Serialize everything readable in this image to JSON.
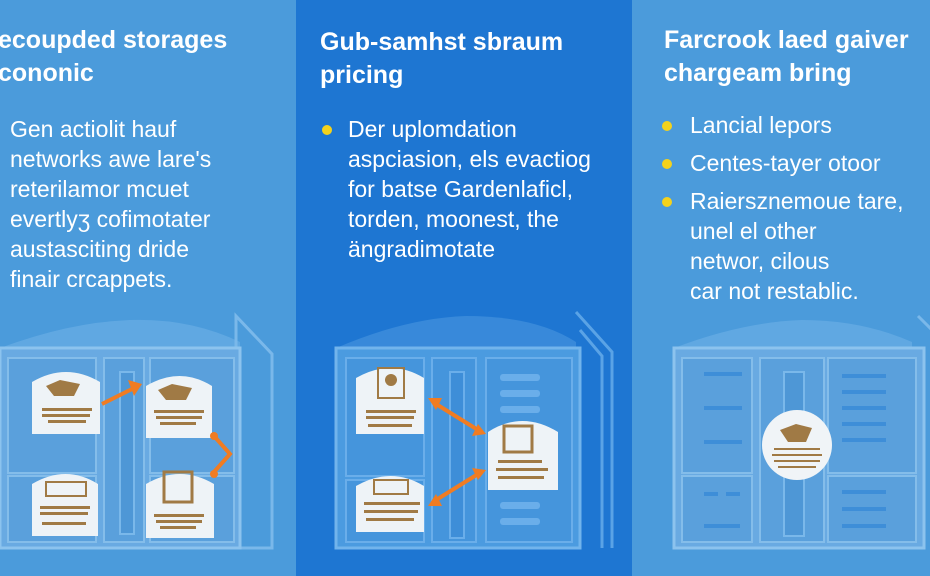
{
  "colors": {
    "side_panel_bg": "#4b9bdb",
    "center_panel_bg": "#1e76d2",
    "bullet": "#f4d21c",
    "arrow": "#f07c22",
    "card_ink": "#9a7540"
  },
  "panels": [
    {
      "title_lines": [
        "ecoupded storages",
        "cononic"
      ],
      "body_lines": [
        "Gen actiolit hauf",
        "networks awe lare's",
        "reterilamor mcuet",
        "evertlyʒ cofimotater",
        "austasciting dride",
        "finair crcappets."
      ],
      "illustration": {
        "icon": "storage-cabinet-icon",
        "cards": 4,
        "arrows": 2
      }
    },
    {
      "title_lines": [
        "Gub-samhst sbraum",
        "pricing"
      ],
      "bullets": [
        {
          "lines": [
            "Der uplomdation",
            "aspciasion, els evactiog",
            "for batse Gardenlaficl,",
            "torden, moonest, the",
            "ängradimotate"
          ]
        }
      ],
      "illustration": {
        "icon": "storage-cabinet-icon",
        "cards": 3,
        "arrows": 2
      }
    },
    {
      "title_lines": [
        "Farcrook laed gaiver",
        "chargeam bring"
      ],
      "bullets": [
        {
          "lines": [
            "Lancial lepors"
          ]
        },
        {
          "lines": [
            "Centes-tayer otoor"
          ]
        },
        {
          "lines": [
            "Raiersznemoue tare,",
            "unel el other",
            "networ, cilous",
            "car not restablic."
          ]
        }
      ],
      "illustration": {
        "icon": "storage-cabinet-icon",
        "cards": 1,
        "arrows": 0
      }
    }
  ]
}
